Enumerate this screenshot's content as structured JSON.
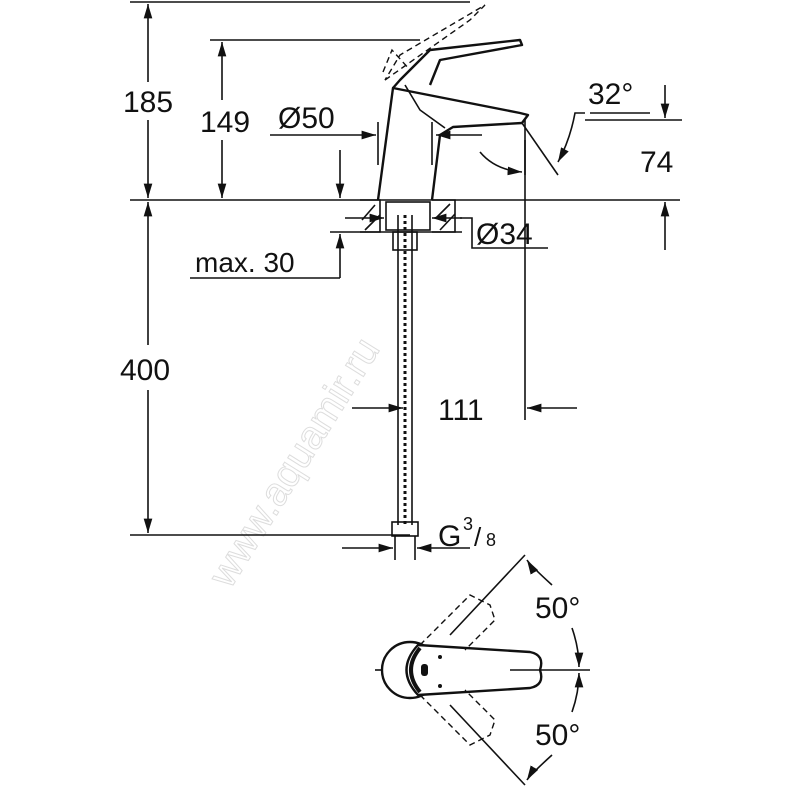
{
  "title": "Basin mixer dimension drawing",
  "dimensions": {
    "total_height": "185",
    "lever_height": "149",
    "body_diameter": "Ø50",
    "spout_angle": "32°",
    "spout_height": "74",
    "mount_hole": "Ø34",
    "max_counter_thickness": "max. 30",
    "hose_length": "400",
    "projection": "111",
    "thread_g": "G",
    "thread_sup": "3",
    "thread_sub": "8",
    "rotation_left": "50°",
    "rotation_right": "50°"
  },
  "watermark": "www.aquamir.ru"
}
